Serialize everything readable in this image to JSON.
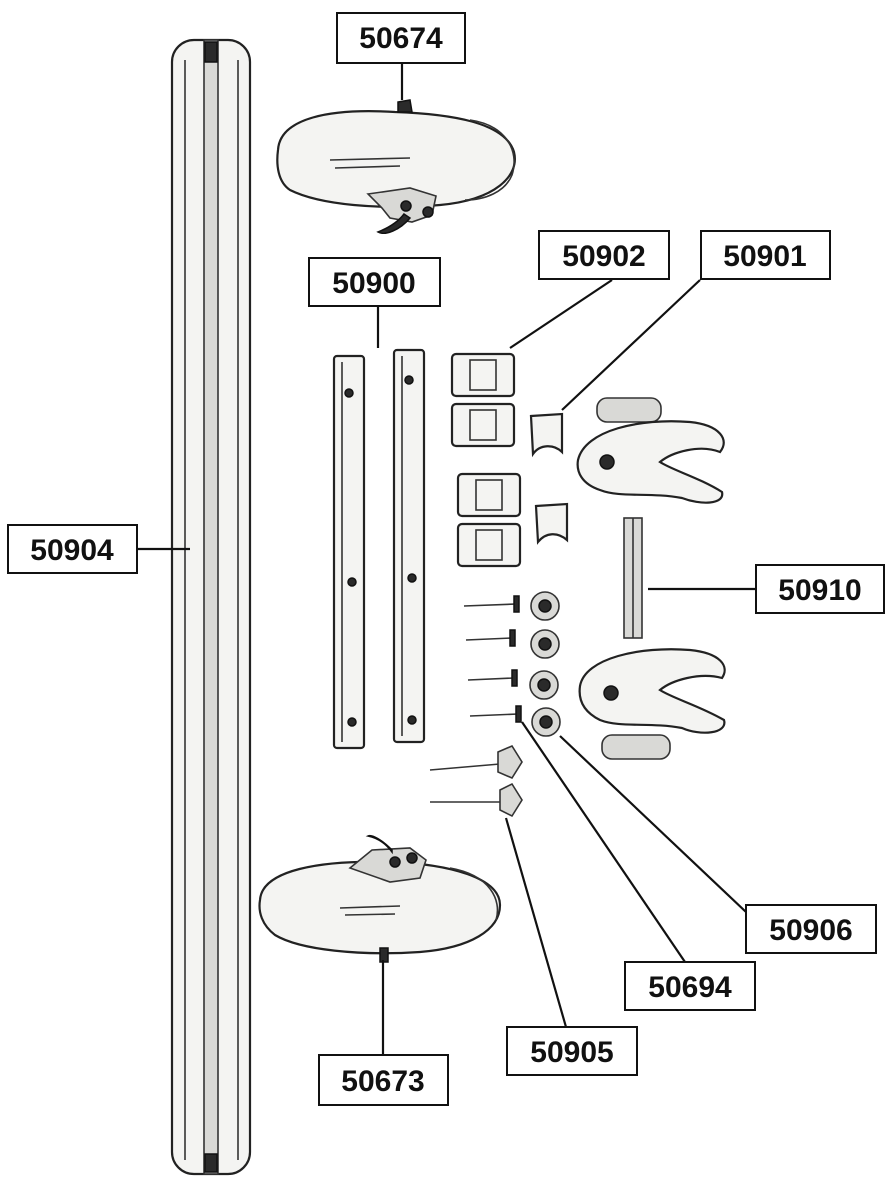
{
  "diagram": {
    "labels": {
      "p50674": "50674",
      "p50902": "50902",
      "p50901": "50901",
      "p50900": "50900",
      "p50904": "50904",
      "p50910": "50910",
      "p50906": "50906",
      "p50694": "50694",
      "p50905": "50905",
      "p50673": "50673"
    },
    "colors": {
      "line": "#111111",
      "part_fill": "#f4f4f2",
      "background": "#ffffff"
    }
  }
}
